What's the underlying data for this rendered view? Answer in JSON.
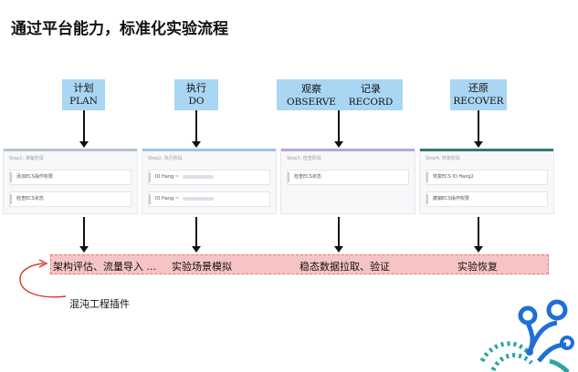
{
  "title": "通过平台能力，标准化实验流程",
  "phases": [
    {
      "cn": "计划",
      "en": "PLAN"
    },
    {
      "cn": "执行",
      "en": "DO"
    },
    {
      "cn_left": "观察",
      "cn_right": "记录",
      "en_left": "OBSERVE",
      "en_right": "RECORD"
    },
    {
      "cn": "还原",
      "en": "RECOVER"
    }
  ],
  "cards": [
    {
      "step": "Step1: 准备阶段",
      "rows": [
        "添加ECS操作权限",
        "检查ECS状态"
      ],
      "color": "#b9c3d3"
    },
    {
      "step": "Step2: 执行阶段",
      "rows": [
        "IO Hang ~",
        "IO Hang ~"
      ],
      "color": "#9fc4e6"
    },
    {
      "step": "Step3: 检查阶段",
      "rows": [
        "检查ECS状态"
      ],
      "color": "#b7a6dd"
    },
    {
      "step": "Step4: 恢复阶段",
      "rows": [
        "恢复ECS IO Hang2",
        "撤销ECS操作权限"
      ],
      "color": "#2e7a73"
    }
  ],
  "band_labels": [
    "架构评估、流量导入 ...",
    "实验场景模拟",
    "稳态数据拉取、验证",
    "实验恢复"
  ],
  "plugin_label": "混沌工程插件",
  "colors": {
    "phase_box": "#a9d6f2",
    "band": "#f6c4c4",
    "band_border": "#e07a7a",
    "logo_blue": "#1f6fd6",
    "logo_teal": "#2aa6a0"
  }
}
